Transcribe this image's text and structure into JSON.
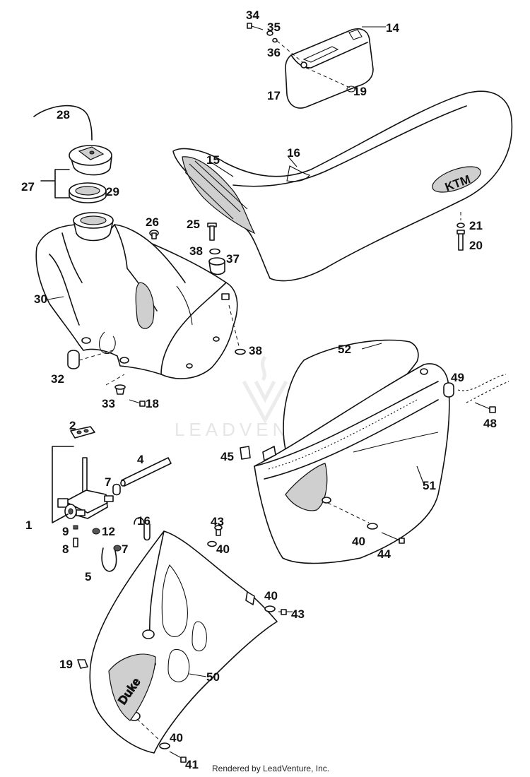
{
  "watermark": {
    "text": "LEADVENTURE"
  },
  "footer": {
    "text": "Rendered by LeadVenture, Inc."
  },
  "decal_text": {
    "seat_logo": "KTM",
    "shroud_script": "Duke"
  },
  "callouts": [
    {
      "id": "c34",
      "label": "34"
    },
    {
      "id": "c35",
      "label": "35"
    },
    {
      "id": "c14",
      "label": "14"
    },
    {
      "id": "c36",
      "label": "36"
    },
    {
      "id": "c17",
      "label": "17"
    },
    {
      "id": "c19a",
      "label": "19"
    },
    {
      "id": "c28",
      "label": "28"
    },
    {
      "id": "c15",
      "label": "15"
    },
    {
      "id": "c16a",
      "label": "16"
    },
    {
      "id": "c27",
      "label": "27"
    },
    {
      "id": "c29",
      "label": "29"
    },
    {
      "id": "c26",
      "label": "26"
    },
    {
      "id": "c25",
      "label": "25"
    },
    {
      "id": "c21",
      "label": "21"
    },
    {
      "id": "c38a",
      "label": "38"
    },
    {
      "id": "c37",
      "label": "37"
    },
    {
      "id": "c20",
      "label": "20"
    },
    {
      "id": "c30",
      "label": "30"
    },
    {
      "id": "c38b",
      "label": "38"
    },
    {
      "id": "c52",
      "label": "52"
    },
    {
      "id": "c32",
      "label": "32"
    },
    {
      "id": "c49",
      "label": "49"
    },
    {
      "id": "c33",
      "label": "33"
    },
    {
      "id": "c18",
      "label": "18"
    },
    {
      "id": "c48",
      "label": "48"
    },
    {
      "id": "c2",
      "label": "2"
    },
    {
      "id": "c4",
      "label": "4"
    },
    {
      "id": "c45",
      "label": "45"
    },
    {
      "id": "c7a",
      "label": "7"
    },
    {
      "id": "c51",
      "label": "51"
    },
    {
      "id": "c16b",
      "label": "16"
    },
    {
      "id": "c1",
      "label": "1"
    },
    {
      "id": "c43a",
      "label": "43"
    },
    {
      "id": "c9",
      "label": "9"
    },
    {
      "id": "c12",
      "label": "12"
    },
    {
      "id": "c40a",
      "label": "40"
    },
    {
      "id": "c8",
      "label": "8"
    },
    {
      "id": "c7b",
      "label": "7"
    },
    {
      "id": "c40b",
      "label": "40"
    },
    {
      "id": "c44",
      "label": "44"
    },
    {
      "id": "c5",
      "label": "5"
    },
    {
      "id": "c40c",
      "label": "40"
    },
    {
      "id": "c43b",
      "label": "43"
    },
    {
      "id": "c19b",
      "label": "19"
    },
    {
      "id": "c50",
      "label": "50"
    },
    {
      "id": "c40d",
      "label": "40"
    },
    {
      "id": "c41",
      "label": "41"
    }
  ]
}
